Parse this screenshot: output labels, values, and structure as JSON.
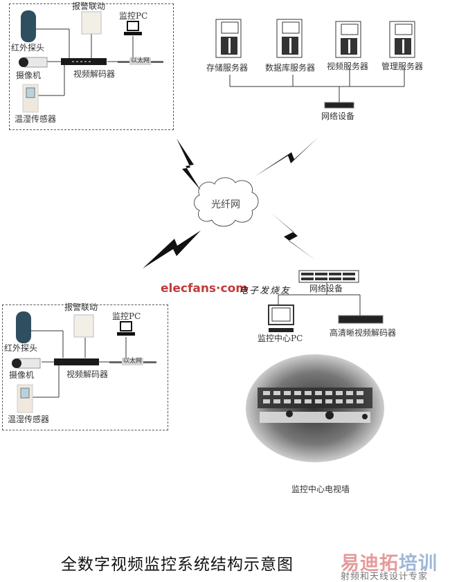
{
  "title": "全数字视频监控系统结构示意图",
  "watermark": {
    "brand_part1": "易迪拓",
    "brand_part2": "培训",
    "tagline": "射频和天线设计专家",
    "site": "elecfans·com",
    "site_cn": "电子发烧友"
  },
  "site_a": {
    "alarm": "报警联动",
    "pc": "监控PC",
    "ir_probe": "红外探头",
    "camera": "摄像机",
    "decoder": "视频解码器",
    "sensor": "温湿传感器",
    "ethernet": "以太网"
  },
  "site_b": {
    "alarm": "报警联动",
    "pc": "监控PC",
    "ir_probe": "红外探头",
    "camera": "摄像机",
    "decoder": "视频解码器",
    "sensor": "温湿传感器",
    "ethernet": "以太网"
  },
  "servers": [
    {
      "label": "存储服务器"
    },
    {
      "label": "数据库服务器"
    },
    {
      "label": "视频服务器"
    },
    {
      "label": "管理服务器"
    }
  ],
  "server_network": "网络设备",
  "cloud": "光纤网",
  "center": {
    "network": "网络设备",
    "pc": "监控中心PC",
    "hd_decoder": "高清晰视频解码器",
    "video_wall": "监控中心电视墙"
  },
  "colors": {
    "line": "#333333",
    "dashed_border": "#555555",
    "elecfans_red": "#c23b3b",
    "watermark_red": "#e59a9a",
    "watermark_blue": "#9fb7d6"
  }
}
